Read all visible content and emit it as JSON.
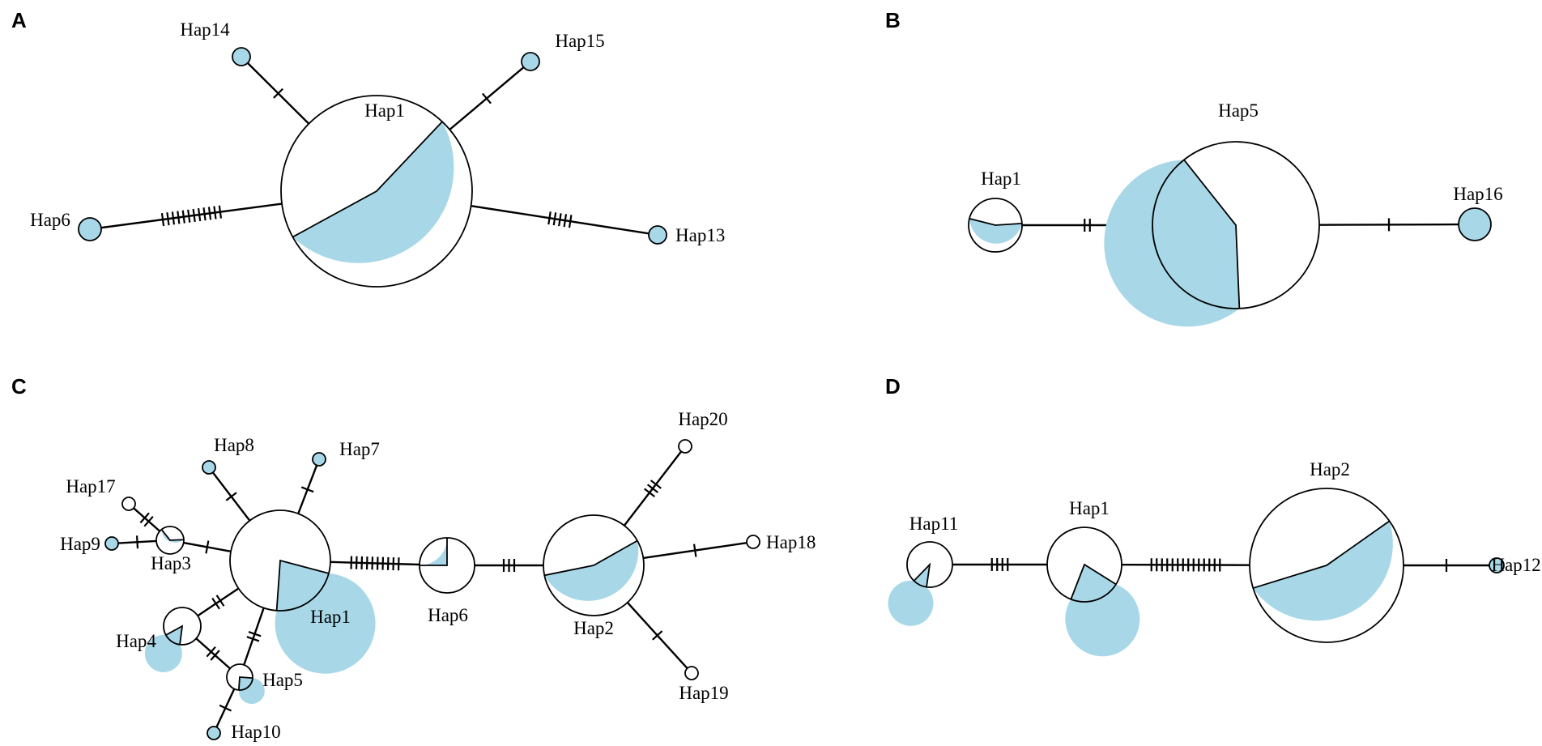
{
  "colors": {
    "filled": "#A8D8E8",
    "empty": "#FFFFFF",
    "line": "#000000"
  },
  "panels": [
    {
      "letter": "A",
      "haplotypes": [
        {
          "id": "Hap1",
          "label": "Hap1",
          "filled_fraction": 0.45
        },
        {
          "id": "Hap14",
          "label": "Hap14",
          "filled_fraction": 1
        },
        {
          "id": "Hap15",
          "label": "Hap15",
          "filled_fraction": 1
        },
        {
          "id": "Hap6",
          "label": "Hap6",
          "filled_fraction": 1
        },
        {
          "id": "Hap13",
          "label": "Hap13",
          "filled_fraction": 1
        }
      ],
      "links": [
        {
          "from": "Hap14",
          "to": "Hap1",
          "mutations": 1
        },
        {
          "from": "Hap15",
          "to": "Hap1",
          "mutations": 1
        },
        {
          "from": "Hap6",
          "to": "Hap1",
          "mutations": 12
        },
        {
          "from": "Hap1",
          "to": "Hap13",
          "mutations": 5
        }
      ]
    },
    {
      "letter": "B",
      "haplotypes": [
        {
          "id": "Hap1",
          "label": "Hap1",
          "filled_fraction": 0.45
        },
        {
          "id": "Hap5",
          "label": "Hap5",
          "filled_fraction": 0.6
        },
        {
          "id": "Hap16",
          "label": "Hap16",
          "filled_fraction": 1
        }
      ],
      "links": [
        {
          "from": "Hap1",
          "to": "Hap5",
          "mutations": 2
        },
        {
          "from": "Hap5",
          "to": "Hap16",
          "mutations": 1
        }
      ]
    },
    {
      "letter": "C",
      "haplotypes": [
        {
          "id": "Hap1",
          "label": "Hap1",
          "filled_fraction": 0.78
        },
        {
          "id": "Hap2",
          "label": "Hap2",
          "filled_fraction": 0.45
        },
        {
          "id": "Hap3",
          "label": "Hap3",
          "filled_fraction": 0.35
        },
        {
          "id": "Hap4",
          "label": "Hap4",
          "filled_fraction": 0.85
        },
        {
          "id": "Hap5",
          "label": "Hap5",
          "filled_fraction": 0.75
        },
        {
          "id": "Hap6",
          "label": "Hap6",
          "filled_fraction": 0.25
        },
        {
          "id": "Hap7",
          "label": "Hap7",
          "filled_fraction": 1
        },
        {
          "id": "Hap8",
          "label": "Hap8",
          "filled_fraction": 1
        },
        {
          "id": "Hap9",
          "label": "Hap9",
          "filled_fraction": 1
        },
        {
          "id": "Hap10",
          "label": "Hap10",
          "filled_fraction": 1
        },
        {
          "id": "Hap17",
          "label": "Hap17",
          "filled_fraction": 0
        },
        {
          "id": "Hap18",
          "label": "Hap18",
          "filled_fraction": 0
        },
        {
          "id": "Hap19",
          "label": "Hap19",
          "filled_fraction": 0
        },
        {
          "id": "Hap20",
          "label": "Hap20",
          "filled_fraction": 0
        }
      ],
      "links": [
        {
          "from": "Hap8",
          "to": "Hap1",
          "mutations": 1
        },
        {
          "from": "Hap7",
          "to": "Hap1",
          "mutations": 1
        },
        {
          "from": "Hap17",
          "to": "Hap3",
          "mutations": 2
        },
        {
          "from": "Hap9",
          "to": "Hap3",
          "mutations": 1
        },
        {
          "from": "Hap3",
          "to": "Hap1",
          "mutations": 1
        },
        {
          "from": "Hap4",
          "to": "Hap1",
          "mutations": 2
        },
        {
          "from": "Hap4",
          "to": "Hap5",
          "mutations": 2
        },
        {
          "from": "Hap5",
          "to": "Hap1",
          "mutations": 2
        },
        {
          "from": "Hap10",
          "to": "Hap5",
          "mutations": 1
        },
        {
          "from": "Hap1",
          "to": "Hap6",
          "mutations": 10
        },
        {
          "from": "Hap6",
          "to": "Hap2",
          "mutations": 3
        },
        {
          "from": "Hap2",
          "to": "Hap20",
          "mutations": 3
        },
        {
          "from": "Hap2",
          "to": "Hap18",
          "mutations": 1
        },
        {
          "from": "Hap2",
          "to": "Hap19",
          "mutations": 1
        }
      ]
    },
    {
      "letter": "D",
      "haplotypes": [
        {
          "id": "Hap11",
          "label": "Hap11",
          "filled_fraction": 0.9
        },
        {
          "id": "Hap1",
          "label": "Hap1",
          "filled_fraction": 0.78
        },
        {
          "id": "Hap2",
          "label": "Hap2",
          "filled_fraction": 0.45
        },
        {
          "id": "Hap12",
          "label": "Hap12",
          "filled_fraction": 1
        }
      ],
      "links": [
        {
          "from": "Hap11",
          "to": "Hap1",
          "mutations": 4
        },
        {
          "from": "Hap1",
          "to": "Hap2",
          "mutations": 14
        },
        {
          "from": "Hap2",
          "to": "Hap12",
          "mutations": 1
        }
      ]
    }
  ]
}
